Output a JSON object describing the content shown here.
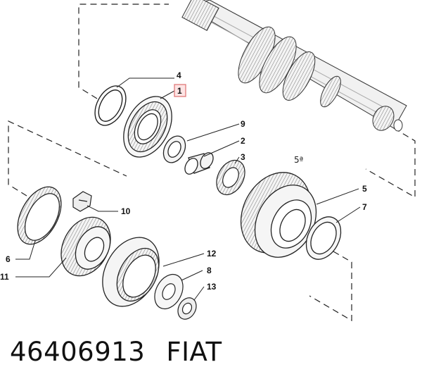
{
  "callouts": {
    "c1": "1",
    "c2": "2",
    "c3": "3",
    "c4": "4",
    "c5": "5",
    "c6": "6",
    "c7": "7",
    "c8": "8",
    "c9": "9",
    "c10": "10",
    "c11": "11",
    "c12": "12",
    "c13": "13"
  },
  "gear_mark": "5ª",
  "footer": {
    "part_number": "46406913",
    "brand": "FIAT"
  },
  "colors": {
    "line": "#222222",
    "highlight_box_stroke": "#e07a7a",
    "highlight_box_fill": "#fde4e4",
    "shaft_fill": "#f1f1f1"
  }
}
